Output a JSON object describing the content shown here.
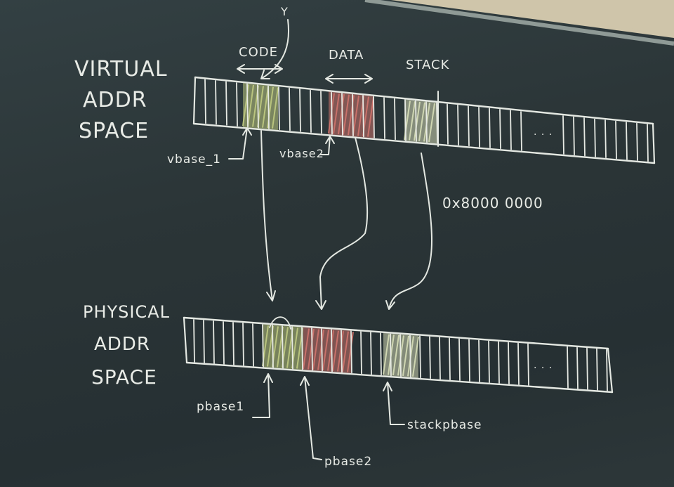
{
  "labels": {
    "virtual_line1": "VIRTUAL",
    "virtual_line2": "ADDR",
    "virtual_line3": "SPACE",
    "physical_line1": "PHYSICAL",
    "physical_line2": "ADDR",
    "physical_line3": "SPACE",
    "code": "CODE",
    "data": "DATA",
    "stack": "STACK",
    "y_marker": "Y",
    "vbase1": "vbase_1",
    "vbase2": "vbase2",
    "pbase1": "pbase1",
    "pbase2": "pbase2",
    "stackpbase": "stackpbase",
    "address": "0x8000 0000",
    "ellipsis": "· · ·"
  },
  "colors": {
    "chalk": "#e6e9e3",
    "board": "#2d383b",
    "code_fill": "#b9c47e",
    "data_fill": "#c8716a",
    "stack_fill": "#cfd6b2",
    "wall": "#cfc5aa"
  }
}
